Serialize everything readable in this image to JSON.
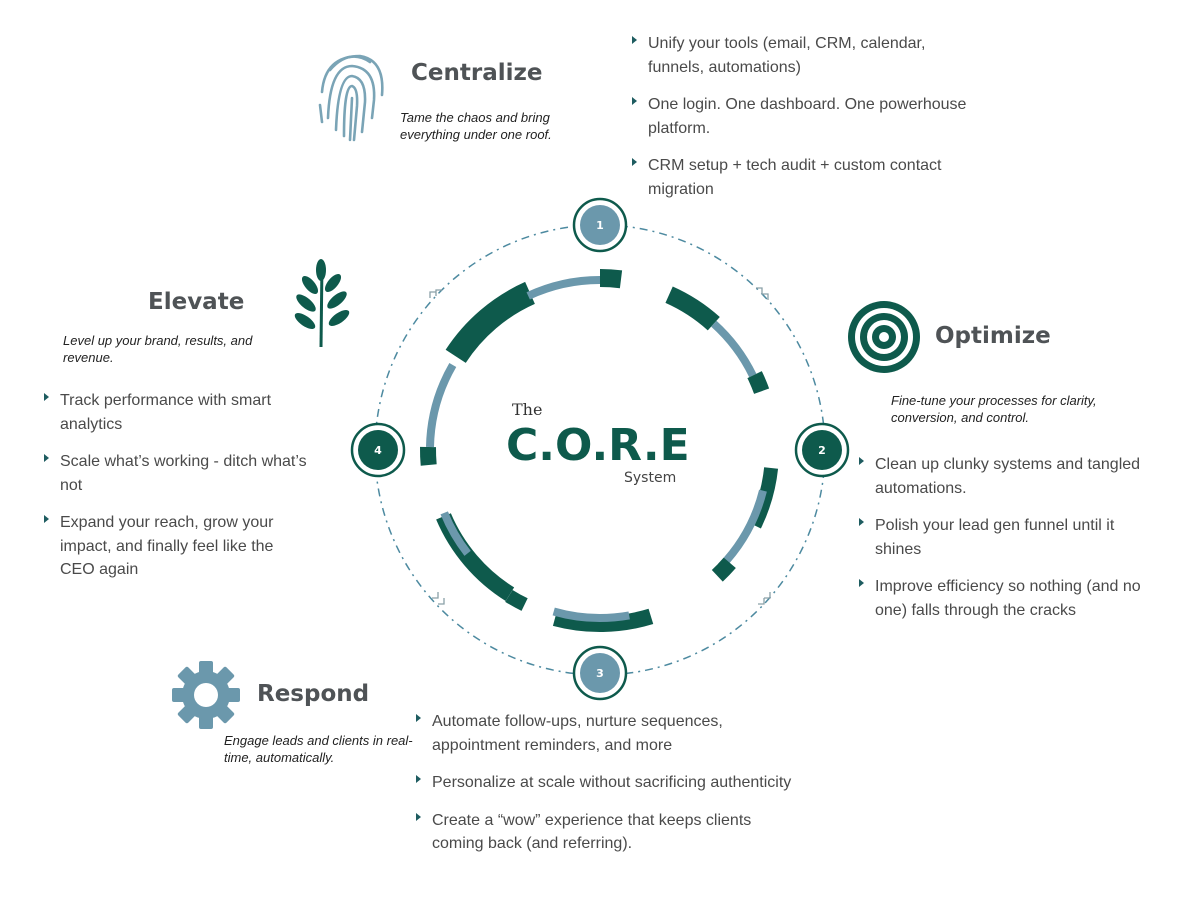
{
  "center": {
    "the": "The",
    "core": "C.O.R.E",
    "system": "System"
  },
  "steps": [
    {
      "number": "1",
      "title": "Centralize",
      "tagline": "Tame the chaos and bring everything under one roof.",
      "icon": "fingerprint-icon",
      "bullets": [
        "Unify your tools (email, CRM, calendar, funnels, automations)",
        "One login. One dashboard. One powerhouse platform.",
        "CRM setup + tech audit + custom contact migration"
      ]
    },
    {
      "number": "2",
      "title": "Optimize",
      "tagline": "Fine-tune your processes for clarity, conversion, and control.",
      "icon": "target-icon",
      "bullets": [
        "Clean up clunky systems and tangled automations.",
        "Polish your lead gen funnel until it shines",
        "Improve efficiency so nothing (and no one) falls through the cracks"
      ]
    },
    {
      "number": "3",
      "title": "Respond",
      "tagline": "Engage leads and clients in real-time, automatically.",
      "icon": "gear-icon",
      "bullets": [
        "Automate follow-ups, nurture sequences, appointment reminders, and more",
        "Personalize at scale without sacrificing authenticity",
        "Create a “wow” experience that keeps clients coming back (and referring)."
      ]
    },
    {
      "number": "4",
      "title": "Elevate",
      "tagline": "Level up your brand, results, and revenue.",
      "icon": "plant-icon",
      "bullets": [
        "Track performance with smart analytics",
        "Scale what’s working - ditch what’s not",
        "Expand your reach, grow your impact, and finally feel like the CEO again"
      ]
    }
  ],
  "colors": {
    "dark_green": "#0e5a4c",
    "slate_blue": "#6b98ac",
    "title_gray": "#4f5356"
  }
}
